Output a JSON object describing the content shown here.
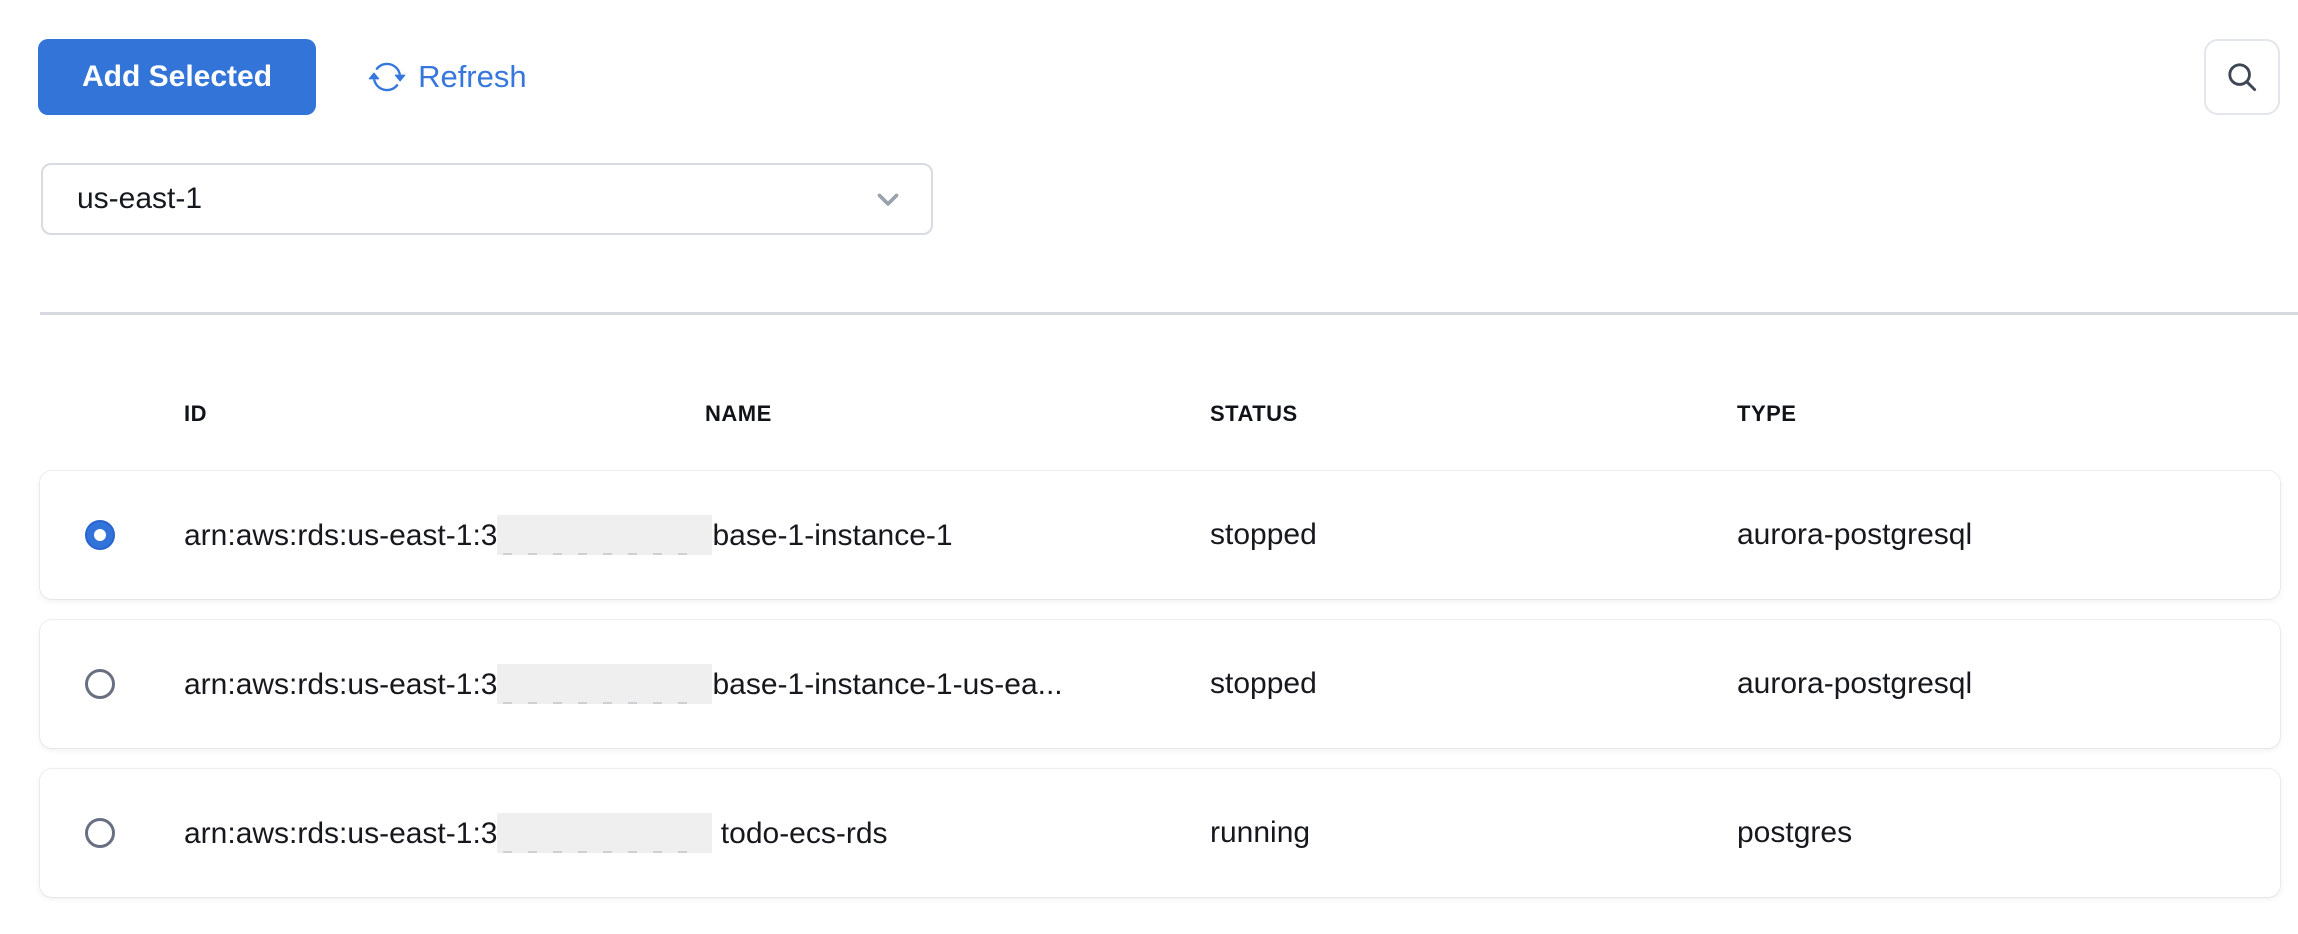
{
  "toolbar": {
    "add_selected_label": "Add Selected",
    "refresh_label": "Refresh"
  },
  "region_select": {
    "value": "us-east-1"
  },
  "icons": {
    "refresh": "refresh-icon",
    "search": "search-icon",
    "chevron": "chevron-down-icon"
  },
  "colors": {
    "accent_blue": "#3274d8",
    "link_blue": "#3577dd",
    "border_gray": "#d9dbe2",
    "divider_gray": "#d6d9e0",
    "text_dark": "#16181d",
    "redaction_bg": "#efeff0",
    "radio_unselected_border": "#696f82"
  },
  "table": {
    "columns": [
      "ID",
      "NAME",
      "STATUS",
      "TYPE"
    ],
    "rows": [
      {
        "selected": true,
        "id_prefix": "arn:aws:rds:us-east-1:3",
        "id_redacted": true,
        "id_suffix": "base-1-instance-1",
        "status": "stopped",
        "type": "aurora-postgresql"
      },
      {
        "selected": false,
        "id_prefix": "arn:aws:rds:us-east-1:3",
        "id_redacted": true,
        "id_suffix": "base-1-instance-1-us-ea...",
        "status": "stopped",
        "type": "aurora-postgresql"
      },
      {
        "selected": false,
        "id_prefix": "arn:aws:rds:us-east-1:3",
        "id_redacted": true,
        "id_suffix": " todo-ecs-rds",
        "status": "running",
        "type": "postgres"
      }
    ]
  }
}
